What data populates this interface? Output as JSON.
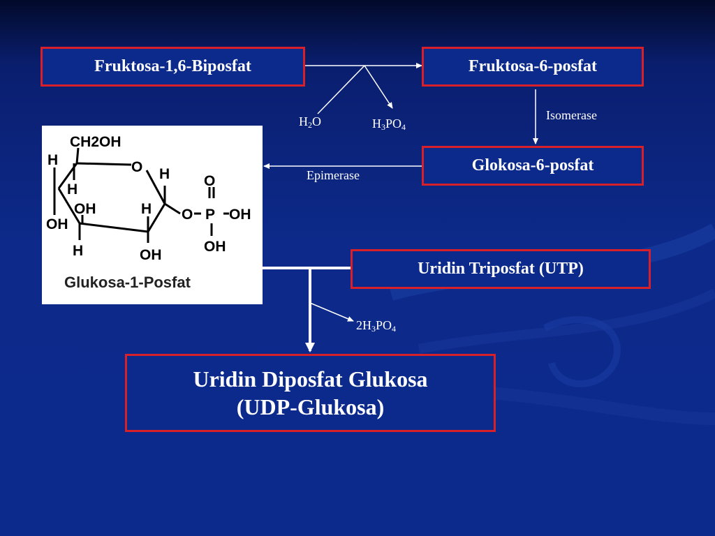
{
  "nodes": {
    "fructose16bp": "Fruktosa-1,6-Biposfat",
    "fructose6p": "Fruktosa-6-posfat",
    "glucose6p": "Glokosa-6-posfat",
    "utp": "Uridin Triposfat (UTP)",
    "udp_line1": "Uridin Diposfat Glukosa",
    "udp_line2": "(UDP-Glukosa)"
  },
  "labels": {
    "water": {
      "main": "H",
      "sub": "2",
      "tail": "O"
    },
    "phosphate": {
      "main": "H",
      "sub1": "3",
      "mid": "PO",
      "sub2": "4"
    },
    "isomerase": "Isomerase",
    "epimerase": "Epimerase",
    "phosphate2": {
      "main": "2H",
      "sub1": "3",
      "mid": "PO",
      "sub2": "4"
    }
  },
  "molecule": {
    "caption": "Glukosa-1-Posfat",
    "atoms": {
      "ch2oh": "CH2OH",
      "o_ring": "O",
      "h": "H",
      "oh": "OH",
      "o": "O",
      "p": "P"
    }
  },
  "colors": {
    "box_border": "#d8202a",
    "box_fill": "#0c2a8c",
    "text": "#ffffff"
  }
}
